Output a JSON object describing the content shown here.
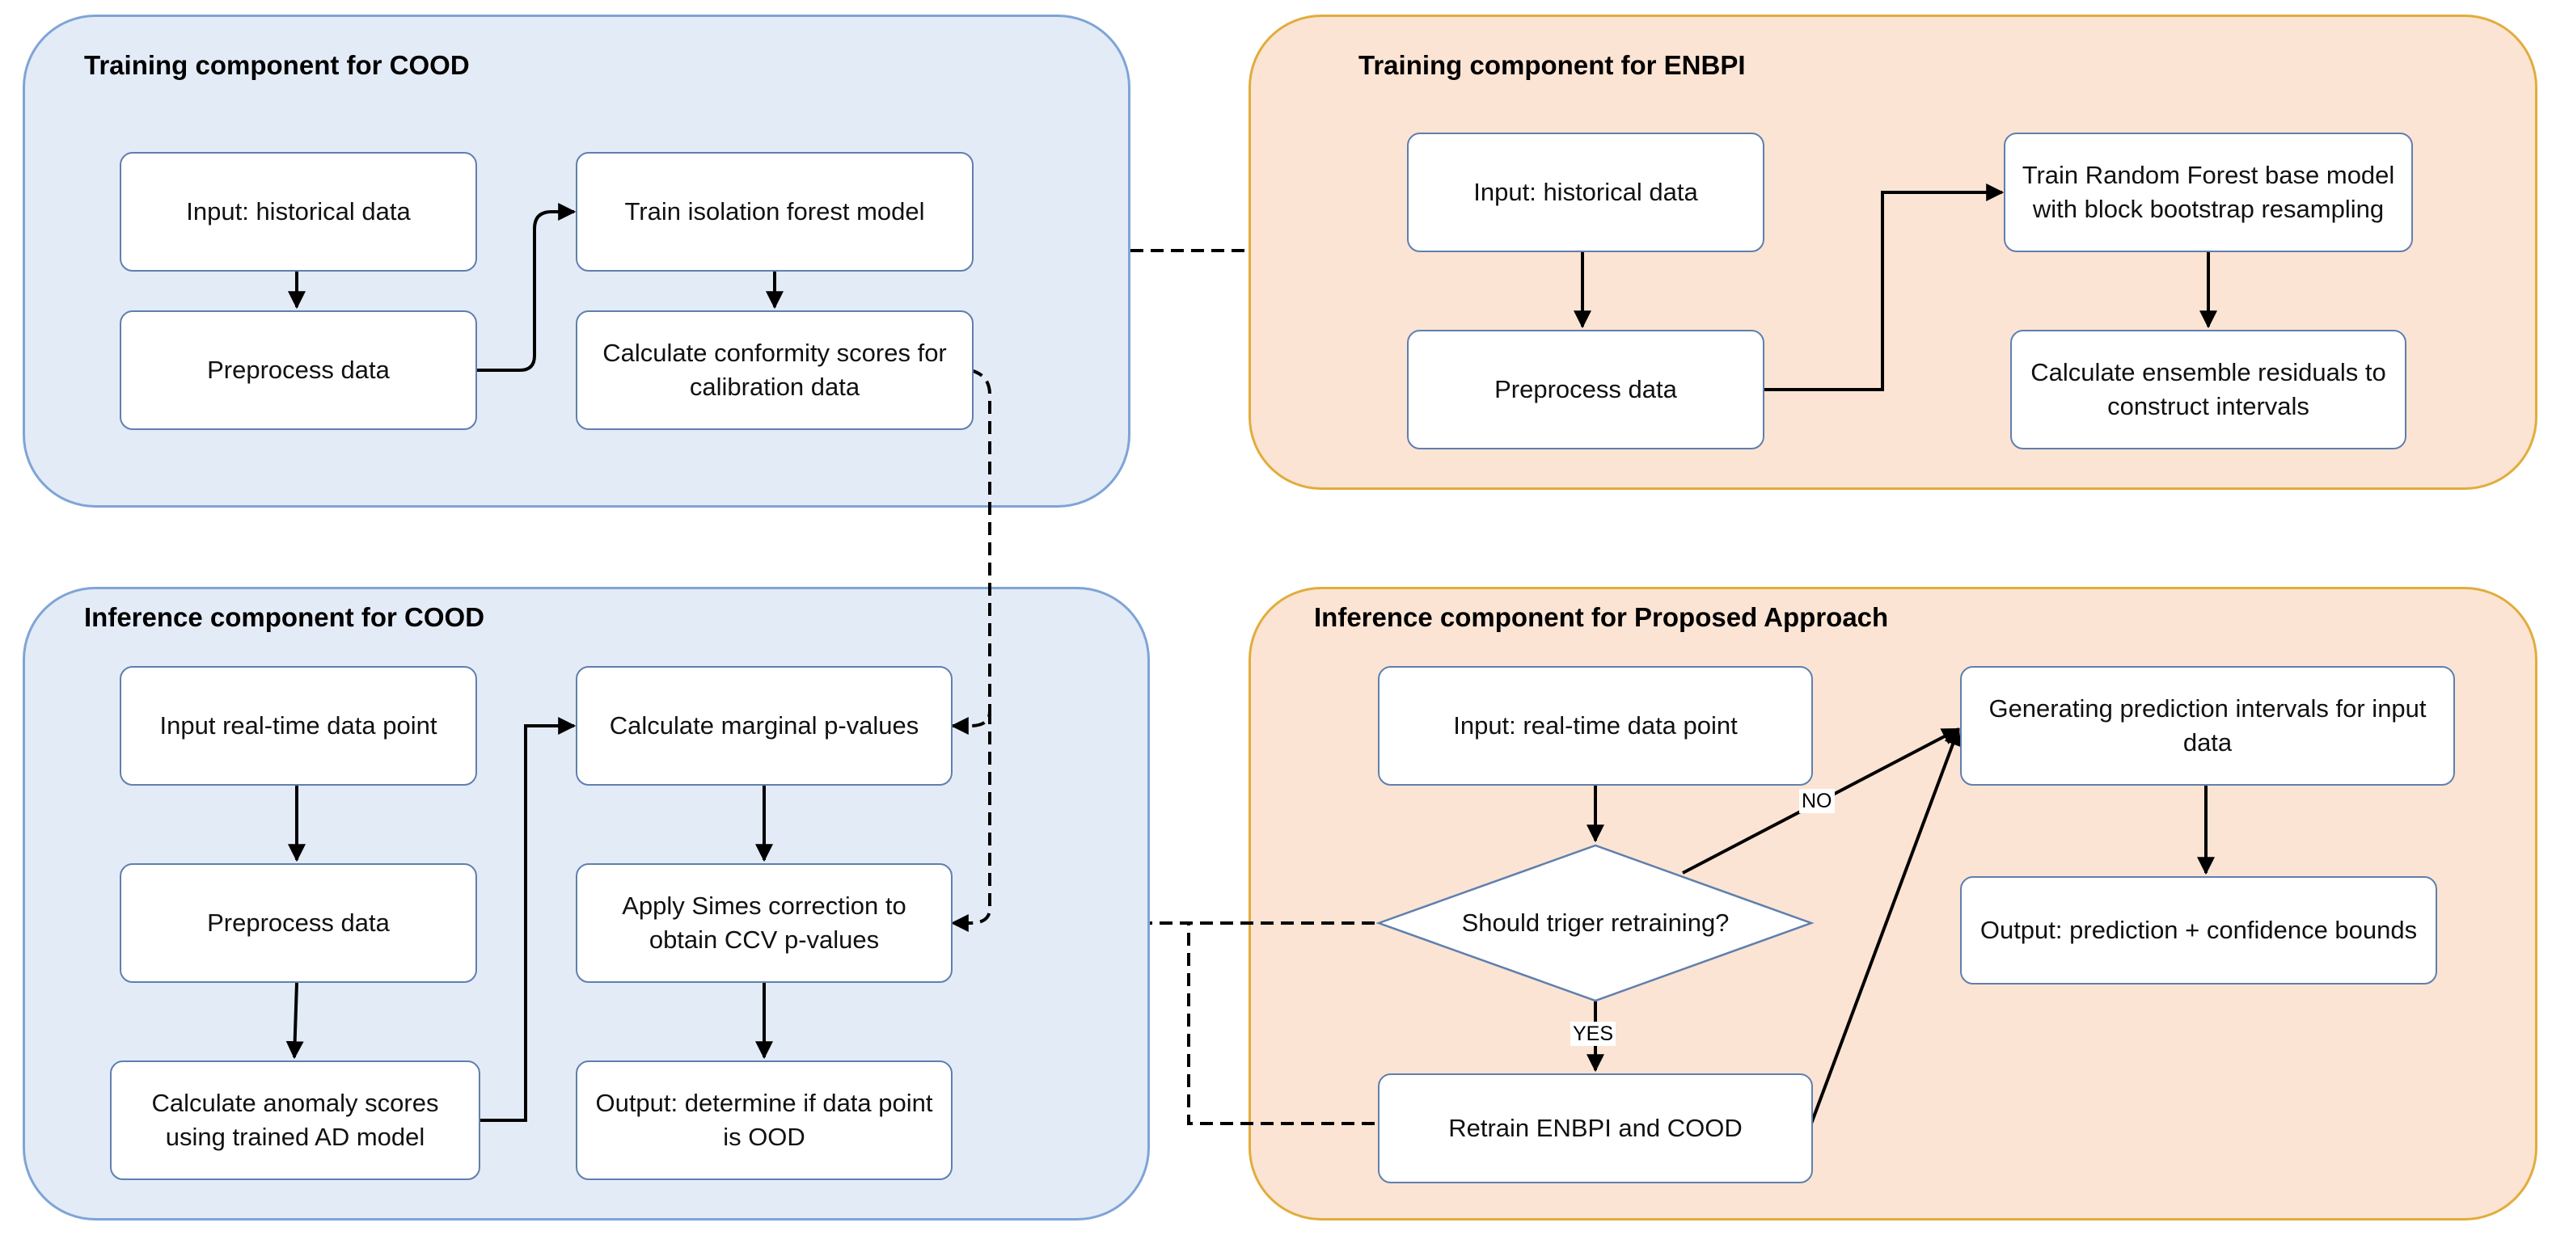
{
  "panels": {
    "train_cood": {
      "title": "Training component for COOD"
    },
    "train_enbpi": {
      "title": "Training component for ENBPI"
    },
    "infer_cood": {
      "title": "Inference component for COOD"
    },
    "infer_proposed": {
      "title": "Inference component for Proposed Approach"
    }
  },
  "nodes": {
    "tc_input": "Input: historical data",
    "tc_preprocess": "Preprocess data",
    "tc_train_iforest": "Train isolation forest model",
    "tc_conformity": "Calculate conformity scores for calibration data",
    "te_input": "Input: historical data",
    "te_preprocess": "Preprocess data",
    "te_train_rf": "Train Random Forest base model with block bootstrap resampling",
    "te_residuals": "Calculate ensemble residuals to construct intervals",
    "ic_input": "Input real-time data point",
    "ic_preprocess": "Preprocess data",
    "ic_anomaly": "Calculate anomaly scores using trained AD model",
    "ic_marginal": "Calculate marginal p-values",
    "ic_simes": "Apply Simes correction to obtain CCV p-values",
    "ic_output": "Output: determine if data point is OOD",
    "ip_input": "Input: real-time data point",
    "ip_decision": "Should triger retraining?",
    "ip_generate": "Generating prediction intervals for input data",
    "ip_output": "Output: prediction + confidence bounds",
    "ip_retrain": "Retrain ENBPI and COOD"
  },
  "edge_labels": {
    "no": "NO",
    "yes": "YES"
  },
  "colors": {
    "cood_fill": "#e3ebf7",
    "cood_border": "#7fa4d6",
    "enbpi_fill": "#fbe4d3",
    "enbpi_border": "#e2ac3c",
    "node_border": "#5f7fae",
    "arrow": "#000000"
  }
}
